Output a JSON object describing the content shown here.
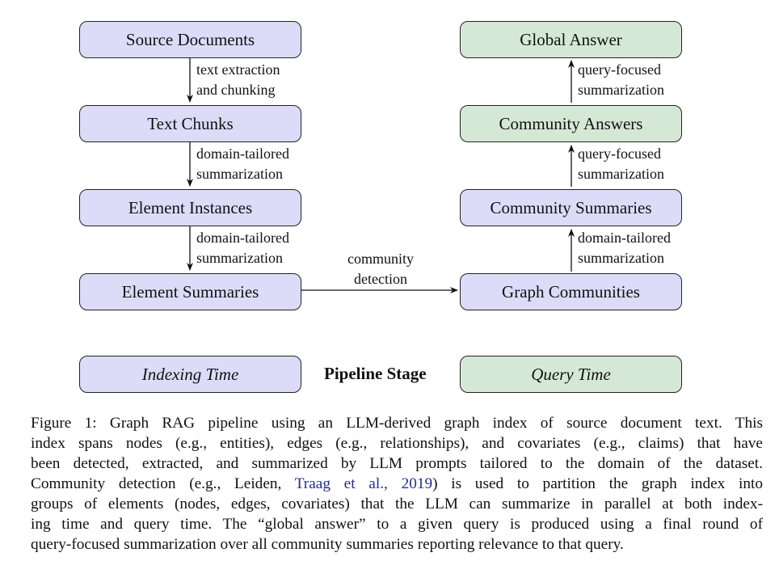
{
  "left_boxes": [
    {
      "label": "Source Documents"
    },
    {
      "label": "Text Chunks"
    },
    {
      "label": "Element Instances"
    },
    {
      "label": "Element Summaries"
    }
  ],
  "right_boxes": [
    {
      "label": "Global Answer"
    },
    {
      "label": "Community Answers"
    },
    {
      "label": "Community Summaries"
    },
    {
      "label": "Graph Communities"
    }
  ],
  "left_edges": [
    {
      "line1": "text extraction",
      "line2": "and chunking"
    },
    {
      "line1": "domain-tailored",
      "line2": "summarization"
    },
    {
      "line1": "domain-tailored",
      "line2": "summarization"
    }
  ],
  "right_edges": [
    {
      "line1": "query-focused",
      "line2": "summarization"
    },
    {
      "line1": "query-focused",
      "line2": "summarization"
    },
    {
      "line1": "domain-tailored",
      "line2": "summarization"
    }
  ],
  "cross_edge": {
    "line1": "community",
    "line2": "detection"
  },
  "legend": {
    "indexing": "Indexing Time",
    "stage": "Pipeline Stage",
    "query": "Query Time"
  },
  "colors": {
    "indexing_fill": "#dcdcf8",
    "query_fill": "#d5e8d6"
  },
  "caption": {
    "l1": "Figure 1:  Graph RAG pipeline using an LLM-derived graph index of source document text.  This",
    "l2": "index spans nodes (e.g., entities), edges (e.g., relationships), and covariates (e.g., claims) that have",
    "l3": "been detected, extracted, and summarized by LLM prompts tailored to the domain of the dataset.",
    "l4_pre": "Community detection (e.g., Leiden,",
    "l4_cite_author": "Traag et al.,",
    "l4_cite_year": "2019",
    "l4_post": ") is used to partition the graph index into",
    "l5": "groups of elements (nodes, edges, covariates) that the LLM can summarize in parallel at both index-",
    "l6": "ing time and query time.  The “global answer” to a given query is produced using a final round of",
    "l7": "query-focused summarization over all community summaries reporting relevance to that query."
  }
}
